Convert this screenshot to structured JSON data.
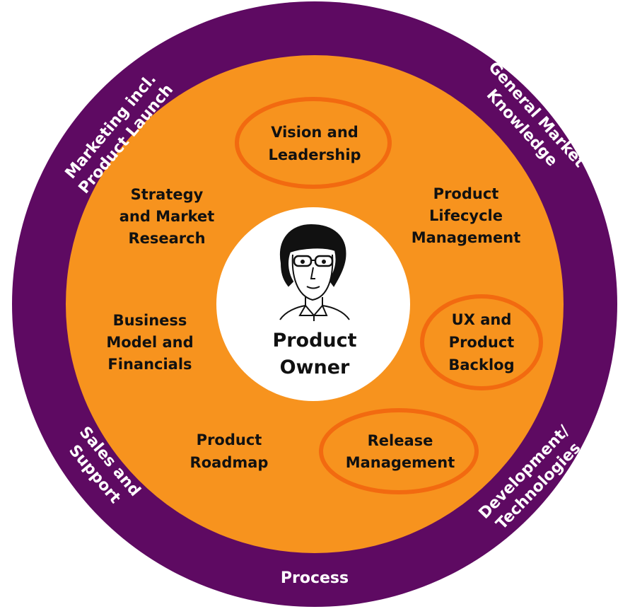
{
  "colors": {
    "outer_ring": "#5e0a62",
    "inner_disc": "#f7931e",
    "highlight_ring": "#f26a10",
    "center": "#ffffff",
    "outer_text": "#ffffff",
    "inner_text": "#111111"
  },
  "center": {
    "icon": "woman-with-glasses-icon",
    "title_line1": "Product",
    "title_line2": "Owner"
  },
  "outer_ring": {
    "marketing": {
      "line1": "Marketing incl.",
      "line2": "Product Launch"
    },
    "general_market": {
      "line1": "General Market",
      "line2": "Knowledge"
    },
    "sales": {
      "line1": "Sales and",
      "line2": "Support"
    },
    "development": {
      "line1": "Development/",
      "line2": "Technologies"
    },
    "process": {
      "line1": "Process"
    }
  },
  "inner_ring": {
    "vision": {
      "lines": [
        "Vision and",
        "Leadership"
      ],
      "highlighted": true
    },
    "strategy": {
      "lines": [
        "Strategy",
        "and Market",
        "Research"
      ],
      "highlighted": false
    },
    "lifecycle": {
      "lines": [
        "Product",
        "Lifecycle",
        "Management"
      ],
      "highlighted": false
    },
    "business": {
      "lines": [
        "Business",
        "Model and",
        "Financials"
      ],
      "highlighted": false
    },
    "ux": {
      "lines": [
        "UX and",
        "Product",
        "Backlog"
      ],
      "highlighted": true
    },
    "roadmap": {
      "lines": [
        "Product",
        "Roadmap"
      ],
      "highlighted": false
    },
    "release": {
      "lines": [
        "Release",
        "Management"
      ],
      "highlighted": true
    }
  }
}
